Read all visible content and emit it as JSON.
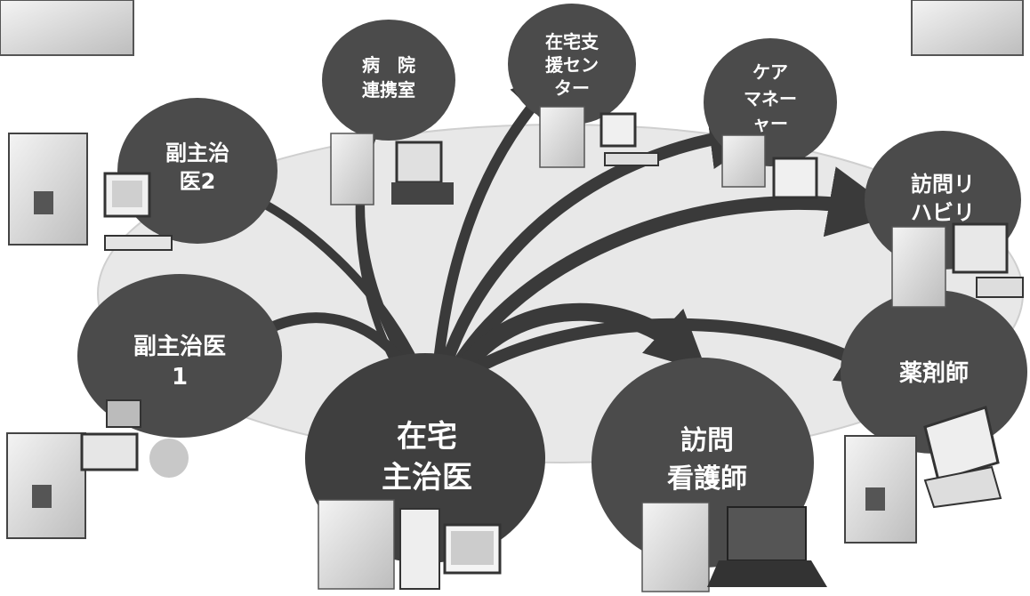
{
  "colors": {
    "node_fill": "#4b4b4b",
    "node_fill_dark": "#3d3d3d",
    "platform": "#e6e6e6",
    "arrow": "#3a3a3a",
    "label": "#ffffff"
  },
  "nodes": {
    "center": {
      "lines": [
        "在宅",
        "主治医"
      ]
    },
    "hospital": {
      "lines": [
        "病　院",
        "連携室"
      ]
    },
    "support": {
      "lines": [
        "在宅支",
        "援セン",
        "ター"
      ]
    },
    "care_manager": {
      "lines": [
        "ケア",
        "マネー",
        "ャー"
      ]
    },
    "sub_doctor_2": {
      "lines": [
        "副主治",
        "医2"
      ]
    },
    "rehab": {
      "lines": [
        "訪問リ",
        "ハビリ"
      ]
    },
    "sub_doctor_1": {
      "lines": [
        "副主治医",
        "1"
      ]
    },
    "nurse": {
      "lines": [
        "訪問",
        "看護師"
      ]
    },
    "pharmacist": {
      "lines": [
        "薬剤師"
      ]
    }
  },
  "icons": [
    "software-box-icon",
    "computer-icon",
    "laptop-icon",
    "tower-pc-icon",
    "printer-icon"
  ]
}
